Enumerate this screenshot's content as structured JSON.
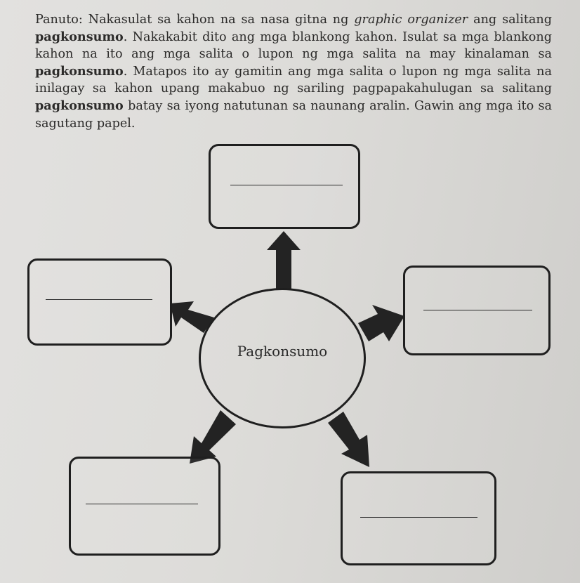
{
  "instructions": {
    "label": "Panuto:",
    "t1": " Nakasulat sa kahon na sa nasa gitna ng ",
    "t2": "graphic organizer",
    "t3": " ang salitang ",
    "t4": "pagkonsumo",
    "t5": ". Nakakabit dito ang mga blankong kahon. Isulat sa mga blankong kahon na ito ang mga salita o lupon ng mga salita na may kinalaman sa ",
    "t6": "pagkonsumo",
    "t7": ". Matapos ito ay gamitin ang mga salita o lupon ng mga salita na inilagay sa kahon upang makabuo ng sariling pagpapakahulugan sa salitang ",
    "t8": "pagkonsumo",
    "t9": " batay sa iyong natutunan sa naunang aralin. Gawin ang mga ito sa sagutang papel."
  },
  "organizer": {
    "center_label": "Pagkonsumo",
    "boxes": [
      "top",
      "left",
      "right",
      "bottom-left",
      "bottom-right"
    ]
  }
}
